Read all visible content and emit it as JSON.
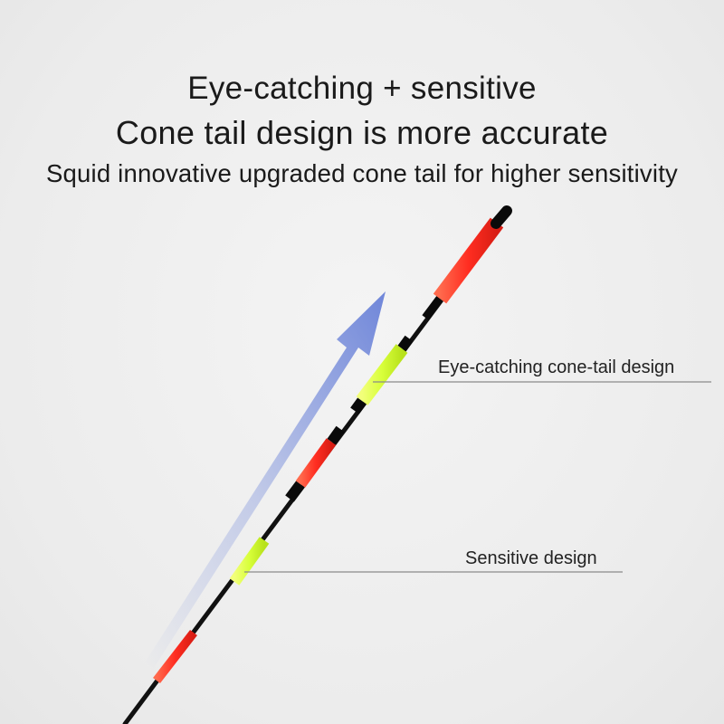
{
  "headline": {
    "line1": "Eye-catching + sensitive",
    "line2": "Cone tail design is more accurate",
    "line3": "Squid innovative upgraded cone tail for higher sensitivity"
  },
  "callouts": {
    "top": "Eye-catching cone-tail design",
    "bottom": "Sensitive design"
  },
  "colors": {
    "background": "#efefef",
    "tip_red": "#ff3b2f",
    "band_yellow_green": "#d8ff3a",
    "stem_black": "#111111",
    "arrow_blue": "#6f86d9",
    "callout_line": "#8a8a8a"
  }
}
